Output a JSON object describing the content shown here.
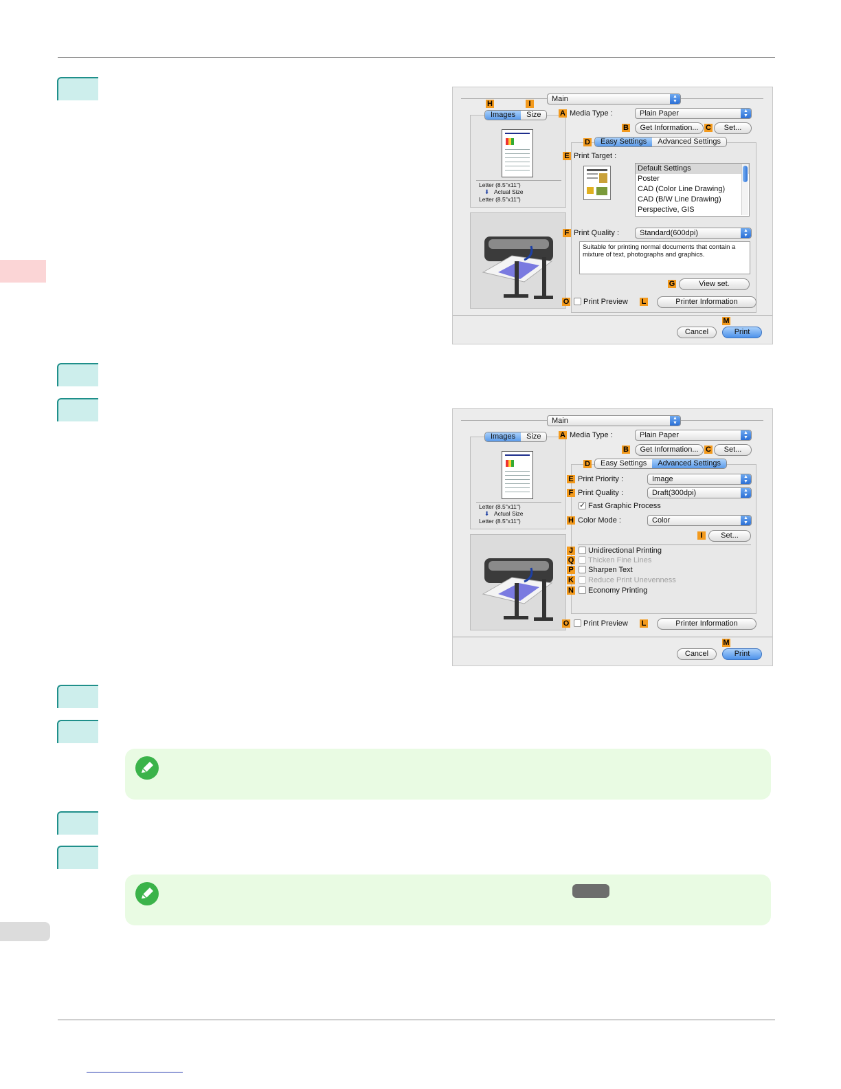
{
  "dialog_easy": {
    "main_popup": "Main",
    "tabs_left": [
      "Images",
      "Size"
    ],
    "media_type_label": "Media Type :",
    "media_type_value": "Plain Paper",
    "get_information": "Get Information...",
    "set": "Set...",
    "tabs_settings": [
      "Easy Settings",
      "Advanced Settings"
    ],
    "print_target_label": "Print Target :",
    "print_target_items": [
      "Default Settings",
      "Poster",
      "CAD (Color Line Drawing)",
      "CAD (B/W Line Drawing)",
      "Perspective, GIS"
    ],
    "print_quality_label": "Print Quality :",
    "print_quality_value": "Standard(600dpi)",
    "description": "Suitable for printing normal documents that contain a mixture of text, photographs and graphics.",
    "view_set": "View set.",
    "print_preview": "Print Preview",
    "printer_information": "Printer Information",
    "cancel": "Cancel",
    "print": "Print",
    "paper_info": [
      "Letter (8.5\"x11\")",
      "Actual Size",
      "Letter (8.5\"x11\")"
    ],
    "badges": [
      "H",
      "I",
      "A",
      "B",
      "C",
      "D",
      "E",
      "F",
      "G",
      "O",
      "L",
      "M"
    ]
  },
  "dialog_advanced": {
    "main_popup": "Main",
    "tabs_left": [
      "Images",
      "Size"
    ],
    "media_type_label": "Media Type :",
    "media_type_value": "Plain Paper",
    "get_information": "Get Information...",
    "set": "Set...",
    "tabs_settings": [
      "Easy Settings",
      "Advanced Settings"
    ],
    "print_priority_label": "Print Priority :",
    "print_priority_value": "Image",
    "print_quality_label": "Print Quality :",
    "print_quality_value": "Draft(300dpi)",
    "fast_graphic": "Fast Graphic Process",
    "color_mode_label": "Color Mode :",
    "color_mode_value": "Color",
    "set_color": "Set...",
    "options": [
      {
        "badge": "J",
        "label": "Unidirectional Printing",
        "enabled": true
      },
      {
        "badge": "Q",
        "label": "Thicken Fine Lines",
        "enabled": false
      },
      {
        "badge": "P",
        "label": "Sharpen Text",
        "enabled": true
      },
      {
        "badge": "K",
        "label": "Reduce Print Unevenness",
        "enabled": false
      },
      {
        "badge": "N",
        "label": "Economy Printing",
        "enabled": true
      }
    ],
    "print_preview": "Print Preview",
    "printer_information": "Printer Information",
    "cancel": "Cancel",
    "print": "Print",
    "paper_info": [
      "Letter (8.5\"x11\")",
      "Actual Size",
      "Letter (8.5\"x11\")"
    ],
    "badges": [
      "A",
      "B",
      "C",
      "D",
      "E",
      "F",
      "H",
      "I",
      "O",
      "L",
      "M"
    ]
  }
}
